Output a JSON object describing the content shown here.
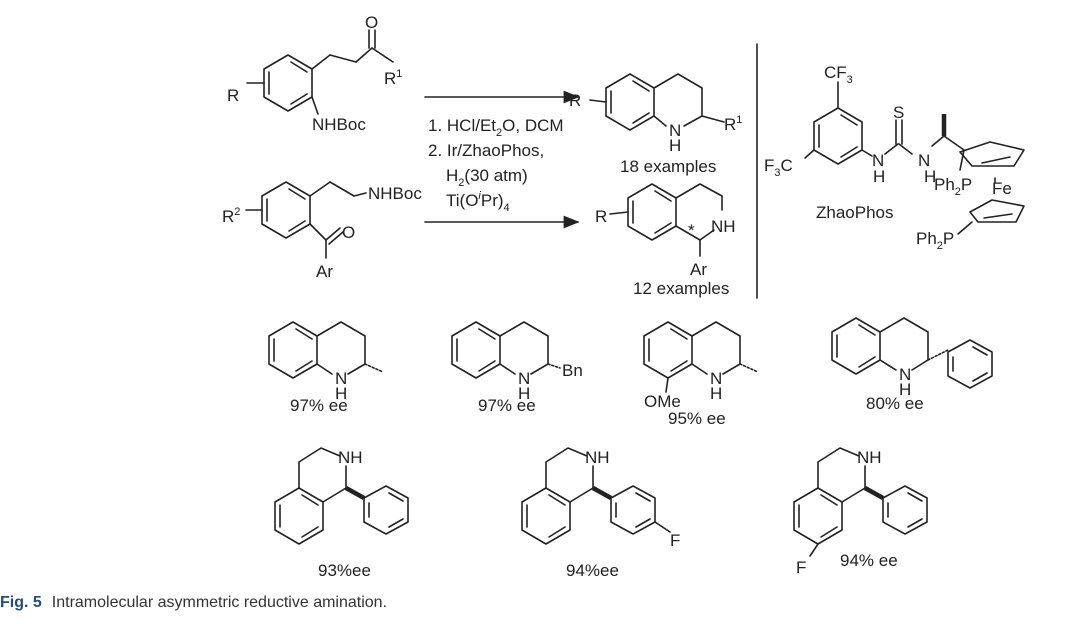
{
  "reaction": {
    "substrate1": {
      "R": "R",
      "carbonyl_o": "O",
      "R1": "R",
      "R1_sup": "1",
      "nhboc": "NHBoc"
    },
    "substrate2": {
      "R2": "R",
      "R2_sup": "2",
      "nhboc": "NHBoc",
      "carbonyl_o": "O",
      "ar": "Ar"
    },
    "conditions": {
      "step1_pre": "1. HCl/Et",
      "step1_sub": "2",
      "step1_post": "O, DCM",
      "step2": "2. Ir/ZhaoPhos,",
      "h2_pre": "H",
      "h2_sub": "2",
      "h2_post": "(30 atm)",
      "ti_pre": "Ti(O",
      "ti_italic": "i",
      "ti_mid": "Pr)",
      "ti_sub": "4"
    },
    "product1": {
      "R": "R",
      "NH_N": "N",
      "NH_H": "H",
      "R1": "R",
      "R1_sup": "1",
      "examples": "18 examples"
    },
    "product2": {
      "R": "R",
      "NH": "NH",
      "star": "*",
      "ar": "Ar",
      "examples": "12 examples"
    }
  },
  "ligand": {
    "name": "ZhaoPhos",
    "cf3_top_pre": "CF",
    "cf3_top_sub": "3",
    "cf3_left_pre": "F",
    "cf3_left_sub": "3",
    "cf3_left_post": "C",
    "S": "S",
    "N1": "N",
    "H1": "H",
    "N2": "N",
    "H2": "H",
    "ph2p_1_pre": "Ph",
    "ph2p_1_sub": "2",
    "ph2p_1_post": "P",
    "Fe": "Fe",
    "ph2p_2_pre": "Ph",
    "ph2p_2_sub": "2",
    "ph2p_2_post": "P"
  },
  "examples_row1": [
    {
      "N": "N",
      "H": "H",
      "ee": "97% ee"
    },
    {
      "N": "N",
      "H": "H",
      "sub": "Bn",
      "ee": "97% ee"
    },
    {
      "N": "N",
      "H": "H",
      "ome": "OMe",
      "ee": "95% ee"
    },
    {
      "N": "N",
      "H": "H",
      "ee": "80% ee"
    }
  ],
  "examples_row2": [
    {
      "NH": "NH",
      "ee": "93%ee"
    },
    {
      "NH": "NH",
      "F": "F",
      "ee": "94%ee"
    },
    {
      "NH": "NH",
      "F": "F",
      "ee": "94% ee"
    }
  ],
  "caption": {
    "label": "Fig. 5",
    "text": "Intramolecular asymmetric reductive amination."
  }
}
